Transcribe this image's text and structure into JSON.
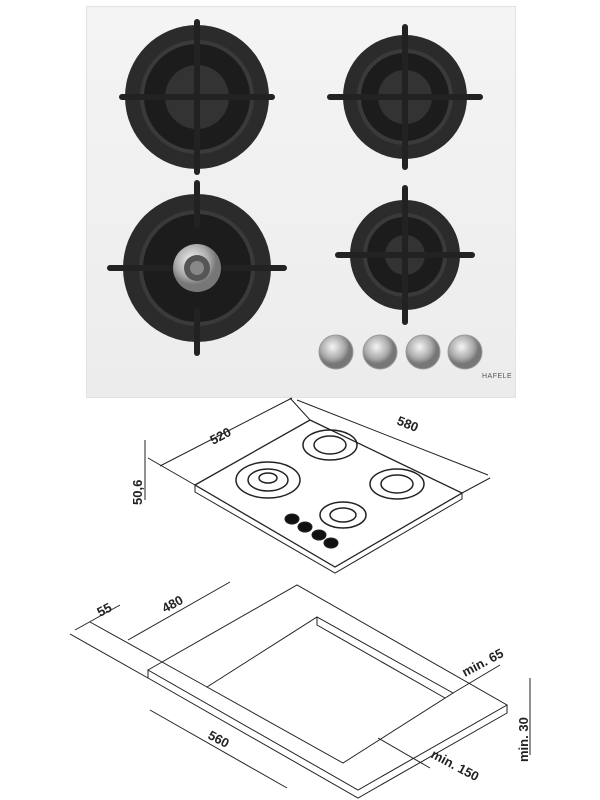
{
  "product_photo": {
    "brand": "HAFELE",
    "burners": 4,
    "knobs": 4
  },
  "hob_drawing": {
    "width_label": "520",
    "depth_label": "580",
    "height_label": "50,6"
  },
  "cutout_drawing": {
    "front_offset_label": "55",
    "cutout_depth_label": "480",
    "back_clearance_label": "min. 65",
    "cutout_width_label": "560",
    "side_clearance_label": "min. 150",
    "counter_thickness_label": "min. 30"
  }
}
